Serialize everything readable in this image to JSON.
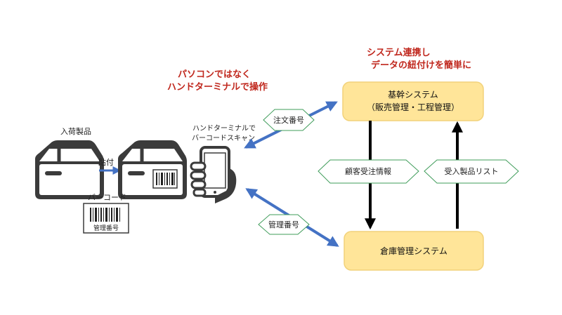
{
  "labels": {
    "incoming_product": "入荷製品",
    "attach": "貼付",
    "barcode": "バーコード",
    "barcode_management_no": "管理番号",
    "handheld_scan_line1": "ハンドターミナルで",
    "handheld_scan_line2": "バーコードスキャン",
    "callout_pc_line1": "パソコンではなく",
    "callout_pc_line2": "ハンドターミナルで操作",
    "callout_system_line1": "システム連携し",
    "callout_system_line2": "データの紐付けを簡単に"
  },
  "systems": {
    "core_line1": "基幹システム",
    "core_line2": "（販売管理・工程管理）",
    "warehouse": "倉庫管理システム"
  },
  "flows": {
    "order_number": "注文番号",
    "management_number": "管理番号",
    "customer_order_info": "顧客受注情報",
    "received_product_list": "受入製品リスト"
  },
  "colors": {
    "callout_red": "#c0271d",
    "system_fill": "#ffe599",
    "system_stroke": "#f2d27a",
    "arrow_blue": "#4472c4",
    "icon_dark": "#3b3b3b",
    "hex_stroke": "#3f9c5a"
  }
}
